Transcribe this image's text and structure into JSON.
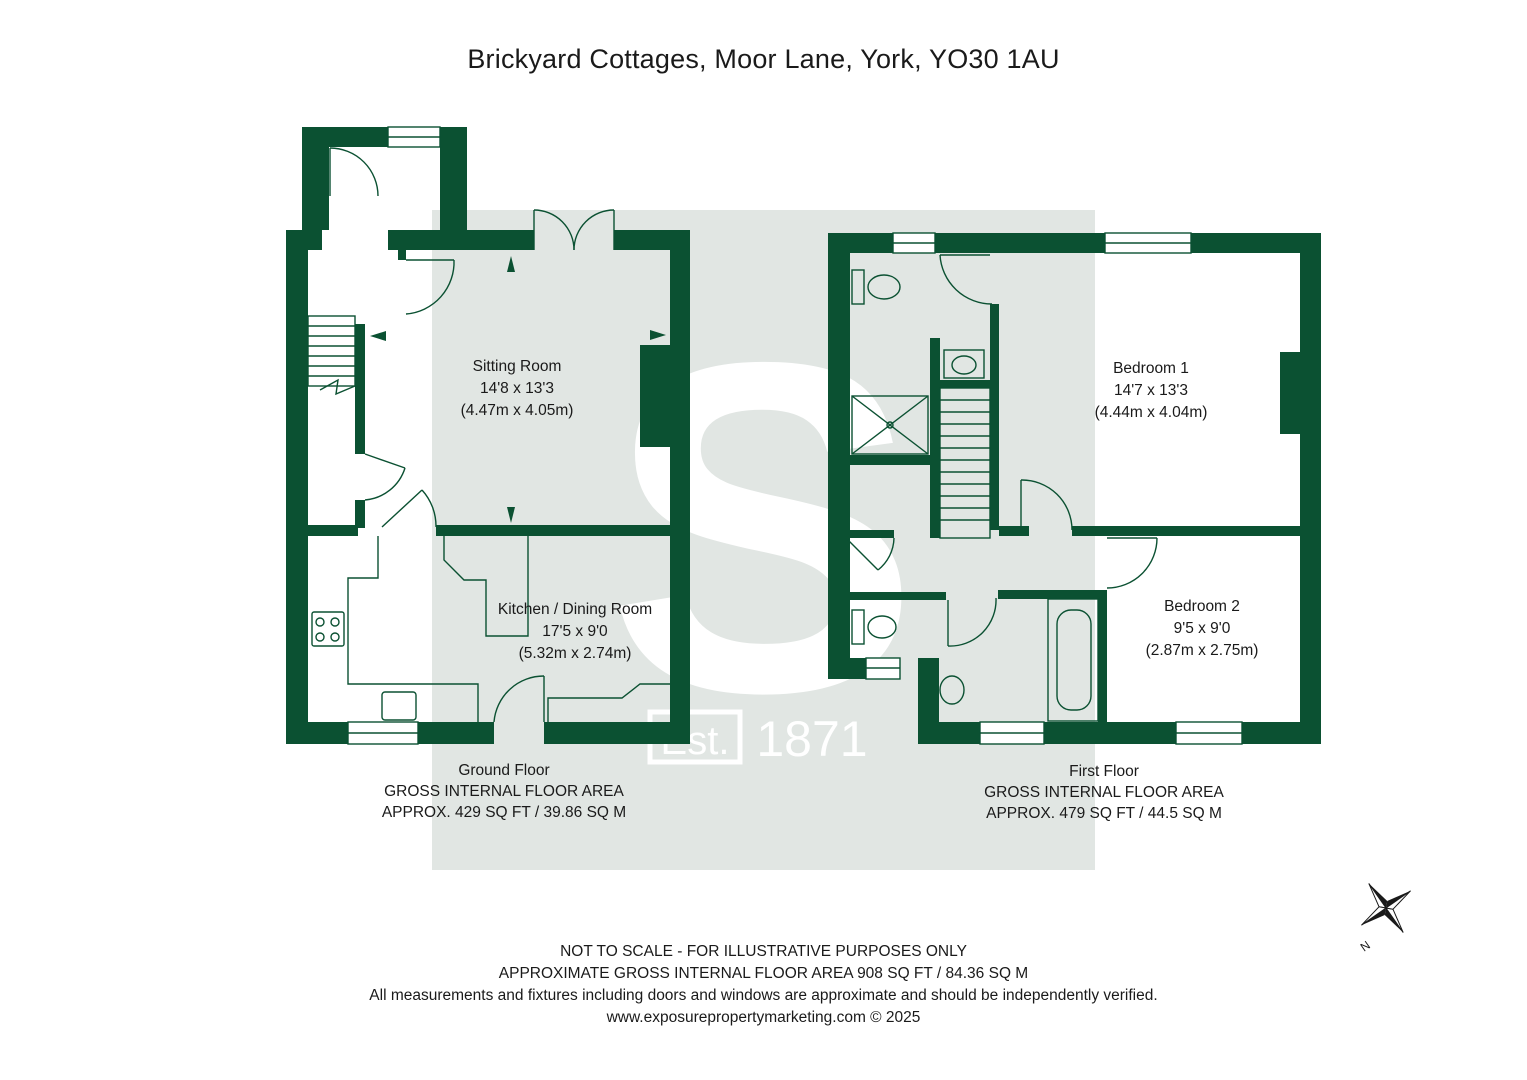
{
  "title": "Brickyard Cottages, Moor Lane, York, YO30 1AU",
  "colors": {
    "wall": "#0b5132",
    "watermark_bg": "#e1e6e3",
    "watermark_fg": "#ffffff",
    "text": "#1a1a1a"
  },
  "watermark": {
    "letter": "S",
    "est": "Est.",
    "year": "1871"
  },
  "rooms": {
    "sitting": {
      "name": "Sitting Room",
      "imperial": "14'8 x 13'3",
      "metric": "(4.47m x 4.05m)"
    },
    "kitchen": {
      "name": "Kitchen / Dining Room",
      "imperial": "17'5 x 9'0",
      "metric": "(5.32m x 2.74m)"
    },
    "bedroom1": {
      "name": "Bedroom 1",
      "imperial": "14'7 x 13'3",
      "metric": "(4.44m x 4.04m)"
    },
    "bedroom2": {
      "name": "Bedroom 2",
      "imperial": "9'5 x 9'0",
      "metric": "(2.87m x 2.75m)"
    }
  },
  "floors": {
    "ground": {
      "name": "Ground Floor",
      "area_label": "GROSS INTERNAL FLOOR AREA",
      "area": "APPROX. 429 SQ FT / 39.86 SQ M"
    },
    "first": {
      "name": "First Floor",
      "area_label": "GROSS INTERNAL FLOOR AREA",
      "area": "APPROX. 479 SQ FT / 44.5 SQ M"
    }
  },
  "footer": {
    "line1": "NOT TO SCALE - FOR ILLUSTRATIVE PURPOSES ONLY",
    "line2": "APPROXIMATE GROSS INTERNAL FLOOR AREA 908 SQ FT / 84.36 SQ M",
    "line3": "All measurements and fixtures including doors and windows are approximate and should be independently verified.",
    "line4": "www.exposurepropertymarketing.com © 2025"
  },
  "compass": {
    "north_label": "N"
  }
}
